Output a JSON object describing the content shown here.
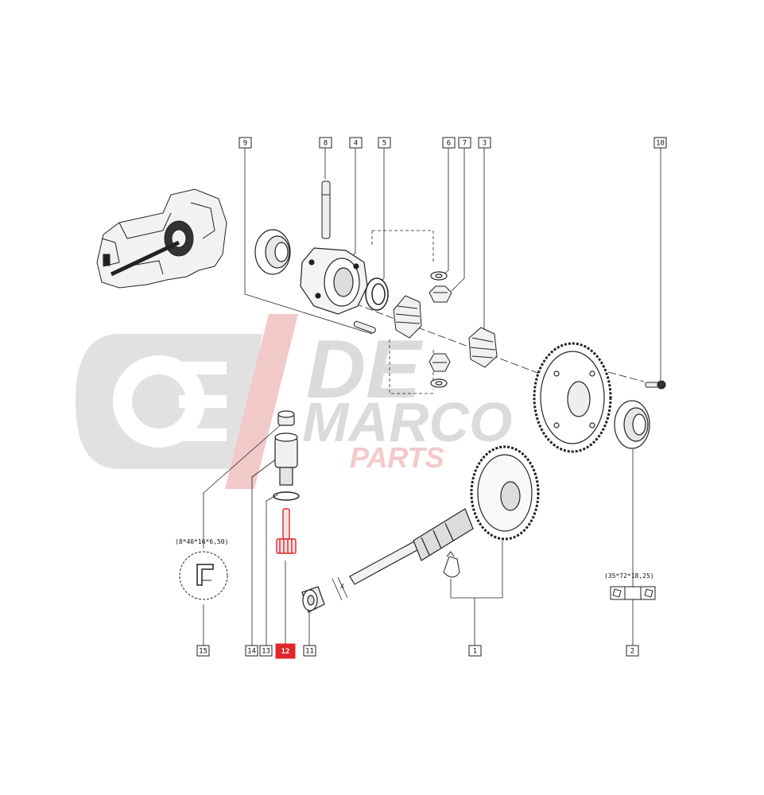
{
  "watermark": {
    "brand_line1": "DE",
    "brand_line2": "MARCO",
    "brand_line3": "PARTS",
    "color_gray": "#d6d6d6",
    "color_red": "#f2c7c7"
  },
  "callouts": [
    {
      "id": "c9",
      "label": "9"
    },
    {
      "id": "c8",
      "label": "8"
    },
    {
      "id": "c4",
      "label": "4"
    },
    {
      "id": "c5",
      "label": "5"
    },
    {
      "id": "c6",
      "label": "6"
    },
    {
      "id": "c7",
      "label": "7"
    },
    {
      "id": "c3",
      "label": "3"
    },
    {
      "id": "c10",
      "label": "10"
    },
    {
      "id": "c15",
      "label": "15"
    },
    {
      "id": "c14",
      "label": "14"
    },
    {
      "id": "c13",
      "label": "13"
    },
    {
      "id": "c12",
      "label": "12",
      "highlight": true
    },
    {
      "id": "c11",
      "label": "11"
    },
    {
      "id": "c1",
      "label": "1"
    },
    {
      "id": "c2",
      "label": "2"
    }
  ],
  "dimensions": {
    "seal": "(8*40*16*6,50)",
    "bearing": "(35*72*18,25)",
    "shim_mark": "X"
  },
  "colors": {
    "highlight": "#e0262b",
    "line": "#222222"
  }
}
